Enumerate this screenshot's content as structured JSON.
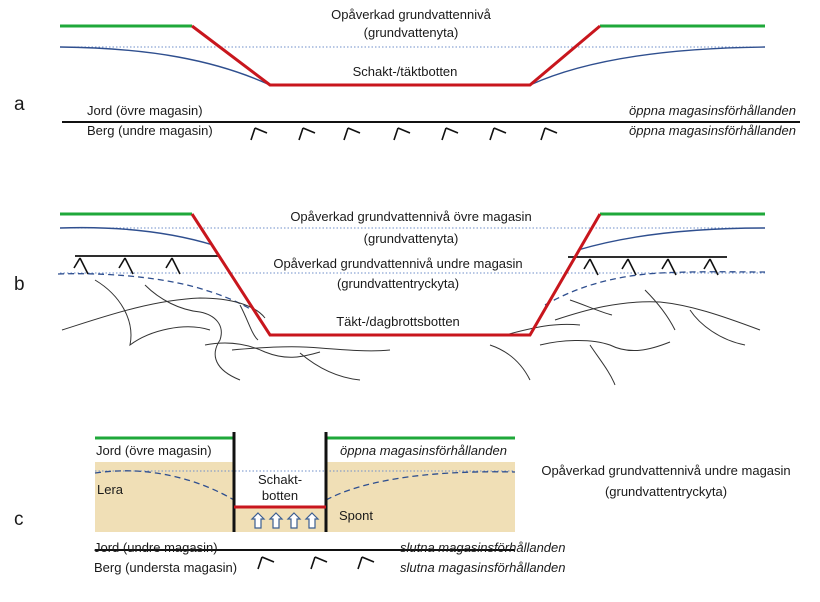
{
  "colors": {
    "ground_surface": "#1fa83a",
    "excavation": "#c8161d",
    "water_table": "#2f4f8f",
    "reference_level": "#6f8fc9",
    "bedrock_line": "#111111",
    "clay_fill": "#f0dfb6",
    "upwelling_arrow": "#3b5e91"
  },
  "panel_a": {
    "letter": "a",
    "title_line1": "Opåverkad grundvattennivå",
    "title_line2": "(grundvattenyta)",
    "bottom_label": "Schakt-/täktbotten",
    "soil_label": "Jord (övre magasin)",
    "rock_label": "Berg (undre magasin)",
    "soil_condition": "öppna magasinsförhållanden",
    "rock_condition": "öppna magasinsförhållanden"
  },
  "panel_b": {
    "letter": "b",
    "upper_level_line1": "Opåverkad grundvattennivå övre magasin",
    "upper_level_line2": "(grundvattenyta)",
    "lower_level_line1": "Opåverkad grundvattennivå undre magasin",
    "lower_level_line2": "(grundvattentryckyta)",
    "bottom_label": "Täkt-/dagbrottsbotten"
  },
  "panel_c": {
    "letter": "c",
    "soil_label": "Jord (övre magasin)",
    "soil_condition": "öppna magasinsförhållanden",
    "clay_label": "Lera",
    "level_line1": "Opåverkad grundvattennivå undre magasin",
    "level_line2": "(grundvattentryckyta)",
    "bottom_line1": "Schakt-",
    "bottom_line2": "botten",
    "sheet_pile_label": "Spont",
    "lower_soil_label": "Jord (undre magasin)",
    "lower_soil_condition": "slutna magasinsförhållanden",
    "rock_label": "Berg (understa magasin)",
    "rock_condition": "slutna magasinsförhållanden"
  }
}
